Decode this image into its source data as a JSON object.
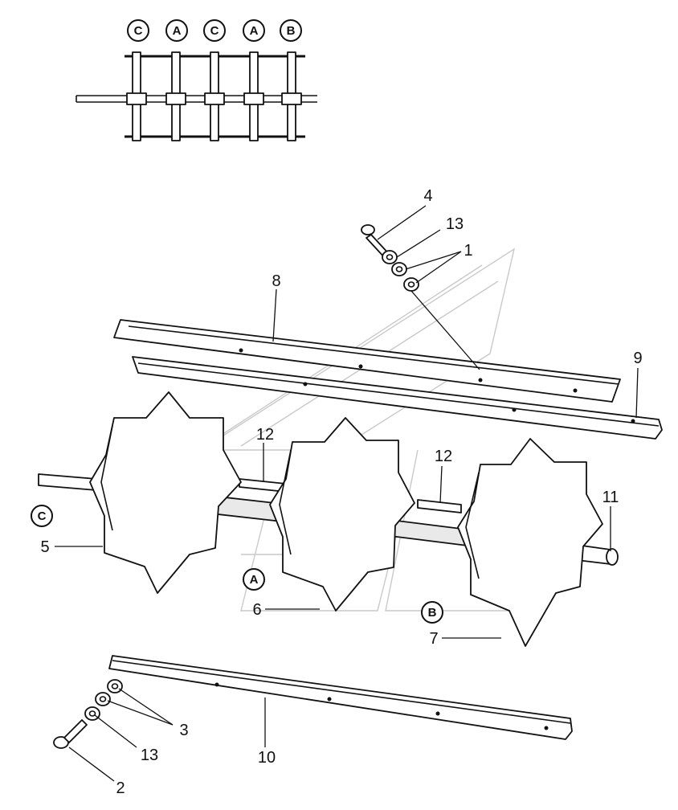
{
  "schematic": {
    "badges": [
      "C",
      "A",
      "C",
      "A",
      "B"
    ]
  },
  "badges": {
    "c": "C",
    "a": "A",
    "b": "B"
  },
  "callouts": {
    "p1": "1",
    "p2": "2",
    "p3": "3",
    "p4": "4",
    "p5": "5",
    "p6": "6",
    "p7": "7",
    "p8": "8",
    "p9": "9",
    "p10": "10",
    "p11": "11",
    "p12a": "12",
    "p12b": "12",
    "p13a": "13",
    "p13b": "13"
  }
}
